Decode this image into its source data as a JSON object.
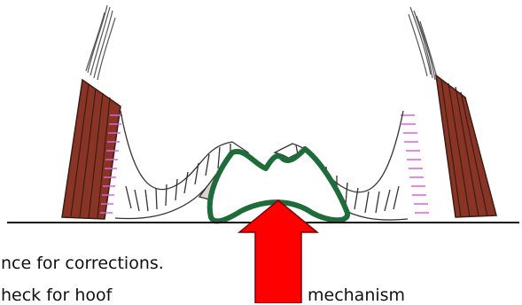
{
  "caption": {
    "line1": "nce for corrections.",
    "line2": "heck for hoof",
    "line3": "mechanism"
  },
  "colors": {
    "hoof_wall": "#8a3426",
    "hoof_wall_stripe": "#3a1d14",
    "laminae": "#e060d8",
    "frog_outline": "#1f6b3a",
    "arrow": "#ff0000",
    "ground_line": "#111111",
    "hair": "#555555"
  },
  "icons": [
    "hoof-cross-section",
    "upward-pressure-arrow"
  ]
}
